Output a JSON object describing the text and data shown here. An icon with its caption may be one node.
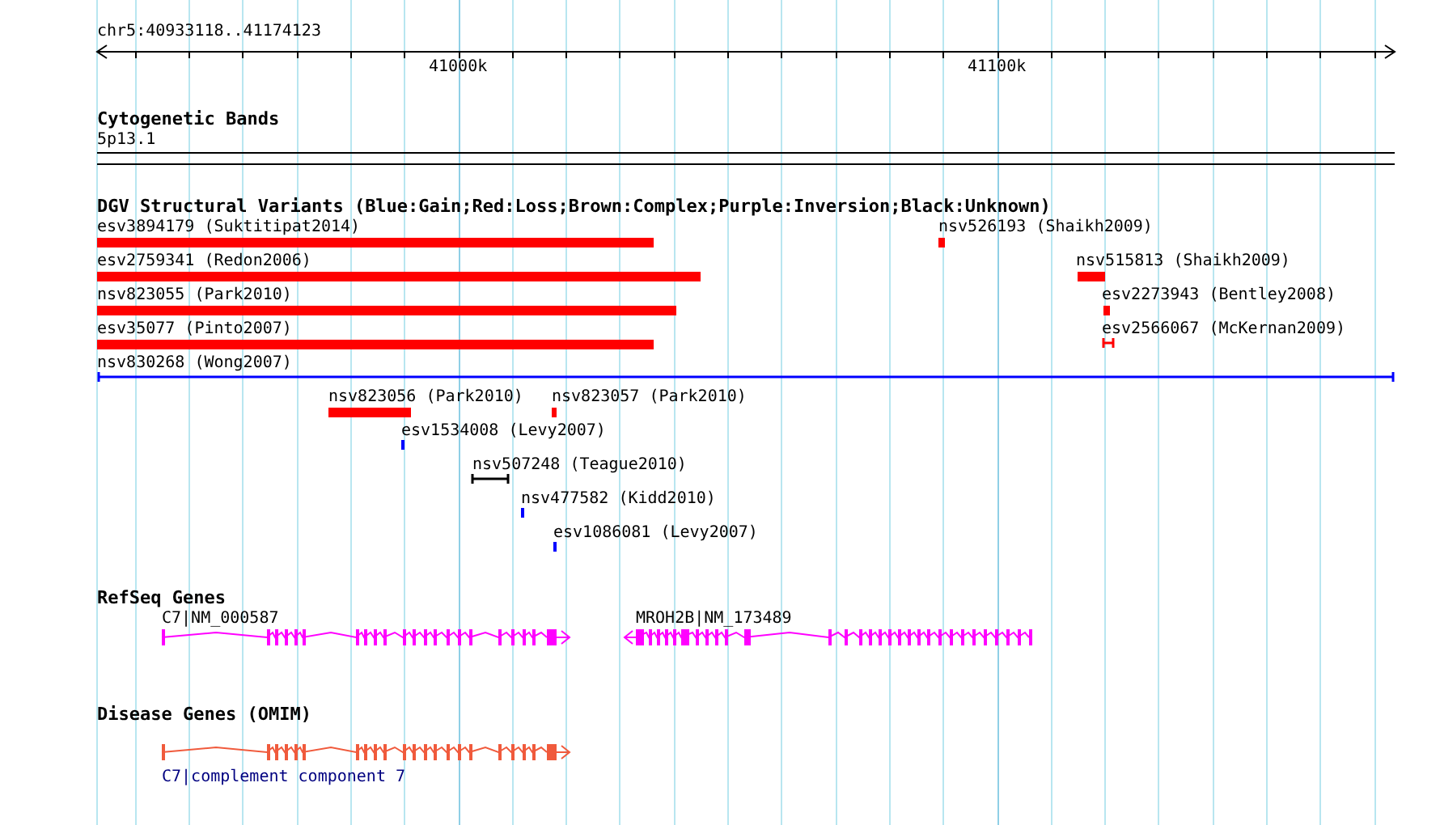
{
  "diagram": {
    "labels": [
      "chr5:40933118..41174123",
      "41000k",
      "41100k",
      "Cytogenetic Bands",
      "5p13.1",
      "DGV Structural Variants (Blue:Gain;Red:Loss;Brown:Complex;Purple:Inversion;Black:Unknown)",
      "esv3894179 (Suktitipat2014)",
      "nsv526193 (Shaikh2009)",
      "esv2759341 (Redon2006)",
      "nsv515813 (Shaikh2009)",
      "nsv823055 (Park2010)",
      "esv2273943 (Bentley2008)",
      "esv35077 (Pinto2007)",
      "esv2566067 (McKernan2009)",
      "nsv830268 (Wong2007)",
      "nsv823056 (Park2010)",
      "nsv823057 (Park2010)",
      "esv1534008 (Levy2007)",
      "nsv507248 (Teague2010)",
      "nsv477582 (Kidd2010)",
      "esv1086081 (Levy2007)",
      "RefSeq Genes",
      "C7|NM_000587",
      "MROH2B|NM_173489",
      "Disease Genes (OMIM)",
      "C7|complement component 7"
    ]
  }
}
